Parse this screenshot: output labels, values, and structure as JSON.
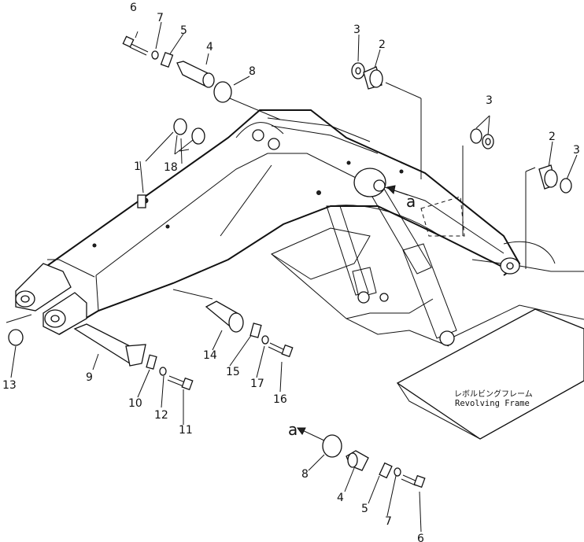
{
  "callouts": [
    {
      "id": "c1",
      "text": "1"
    },
    {
      "id": "c2a",
      "text": "2"
    },
    {
      "id": "c2b",
      "text": "2"
    },
    {
      "id": "c3a",
      "text": "3"
    },
    {
      "id": "c3b",
      "text": "3"
    },
    {
      "id": "c3c",
      "text": "3"
    },
    {
      "id": "c4a",
      "text": "4"
    },
    {
      "id": "c4b",
      "text": "4"
    },
    {
      "id": "c5a",
      "text": "5"
    },
    {
      "id": "c5b",
      "text": "5"
    },
    {
      "id": "c6a",
      "text": "6"
    },
    {
      "id": "c6b",
      "text": "6"
    },
    {
      "id": "c7a",
      "text": "7"
    },
    {
      "id": "c7b",
      "text": "7"
    },
    {
      "id": "c8a",
      "text": "8"
    },
    {
      "id": "c8b",
      "text": "8"
    },
    {
      "id": "c9",
      "text": "9"
    },
    {
      "id": "c10",
      "text": "10"
    },
    {
      "id": "c11",
      "text": "11"
    },
    {
      "id": "c12",
      "text": "12"
    },
    {
      "id": "c13",
      "text": "13"
    },
    {
      "id": "c14",
      "text": "14"
    },
    {
      "id": "c15",
      "text": "15"
    },
    {
      "id": "c16",
      "text": "16"
    },
    {
      "id": "c17",
      "text": "17"
    },
    {
      "id": "c18",
      "text": "18"
    },
    {
      "id": "ca1",
      "text": "a"
    },
    {
      "id": "ca2",
      "text": "a"
    }
  ],
  "frame_label": {
    "japanese": "レボルビングフレーム",
    "english": "Revolving  Frame"
  }
}
